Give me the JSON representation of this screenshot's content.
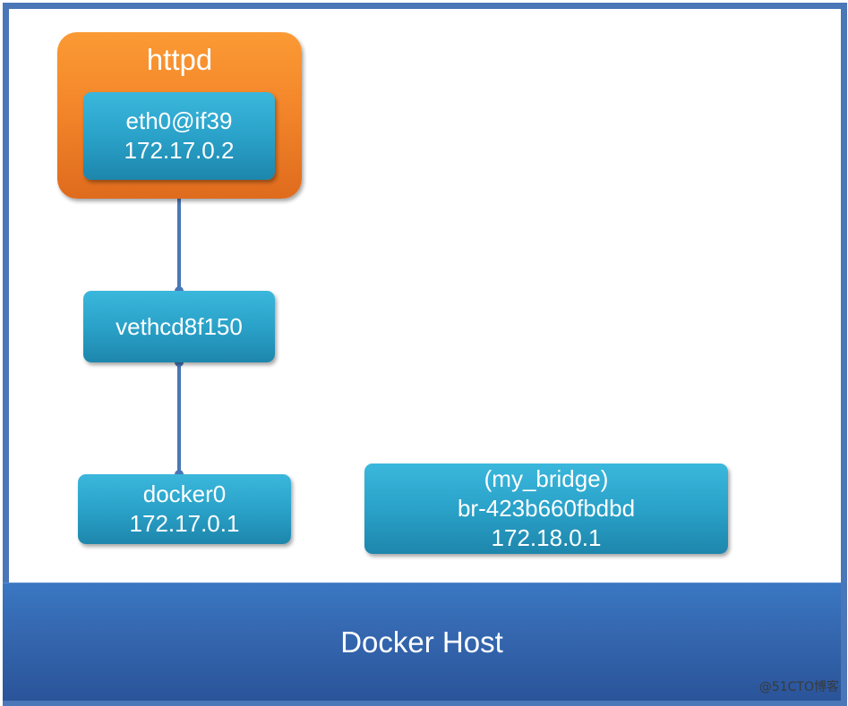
{
  "container": {
    "title": "httpd",
    "interface": {
      "name": "eth0@if39",
      "ip": "172.17.0.2"
    }
  },
  "veth": {
    "name": "vethcd8f150"
  },
  "docker0": {
    "name": "docker0",
    "ip": "172.17.0.1"
  },
  "my_bridge": {
    "label": "(my_bridge)",
    "name": "br-423b660fbdbd",
    "ip": "172.18.0.1"
  },
  "host": {
    "label": "Docker Host"
  },
  "watermark": "@51CTO博客",
  "colors": {
    "frame": "#4a77b8",
    "container_fill": "#f3862a",
    "node_fill": "#2aa2c9",
    "host_fill": "#3568b0",
    "link": "#4a77b8"
  }
}
